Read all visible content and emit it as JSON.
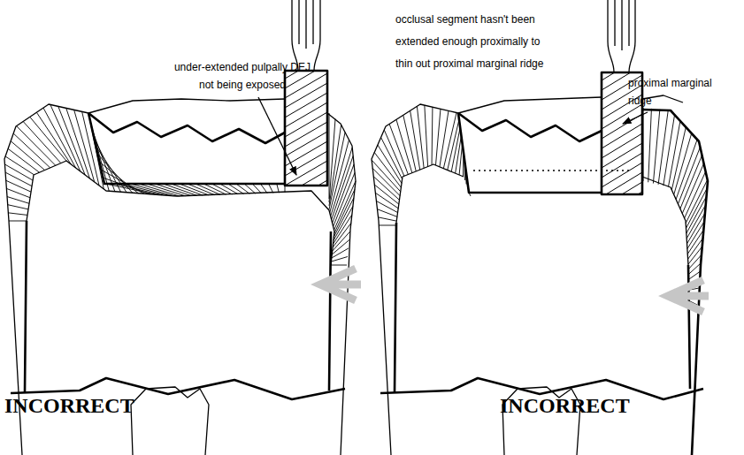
{
  "diagram": {
    "labels": [
      "under-extended pulpally DEJ not being exposed",
      "INCORRECT",
      "occlusal segment hasn't been extended enough proximally to thin out proximal marginal ridge",
      "proximal marginal ridge",
      "INCORRECT"
    ]
  }
}
